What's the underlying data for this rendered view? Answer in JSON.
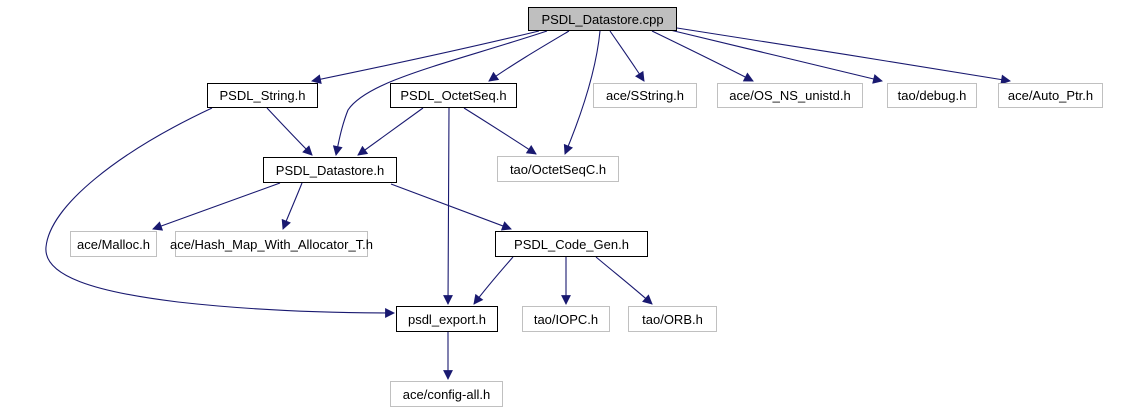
{
  "diagram": {
    "type": "include-dependency-graph",
    "background_color": "#ffffff",
    "edge_color": "#191970",
    "root_fill_color": "#bfbfbf",
    "internal_border_color": "#000000",
    "external_border_color": "#c0c0c0",
    "nodes": {
      "psdl_datastore_cpp": {
        "label": "PSDL_Datastore.cpp",
        "type": "root"
      },
      "psdl_string_h": {
        "label": "PSDL_String.h",
        "type": "internal"
      },
      "psdl_octetseq_h": {
        "label": "PSDL_OctetSeq.h",
        "type": "internal"
      },
      "ace_sstring_h": {
        "label": "ace/SString.h",
        "type": "external"
      },
      "ace_os_ns_unistd_h": {
        "label": "ace/OS_NS_unistd.h",
        "type": "external"
      },
      "tao_debug_h": {
        "label": "tao/debug.h",
        "type": "external"
      },
      "ace_auto_ptr_h": {
        "label": "ace/Auto_Ptr.h",
        "type": "external"
      },
      "psdl_datastore_h": {
        "label": "PSDL_Datastore.h",
        "type": "internal"
      },
      "tao_octetseqc_h": {
        "label": "tao/OctetSeqC.h",
        "type": "external"
      },
      "ace_malloc_h": {
        "label": "ace/Malloc.h",
        "type": "external"
      },
      "ace_hash_map_with_allocator_t_h": {
        "label": "ace/Hash_Map_With_Allocator_T.h",
        "type": "external"
      },
      "psdl_code_gen_h": {
        "label": "PSDL_Code_Gen.h",
        "type": "internal"
      },
      "psdl_export_h": {
        "label": "psdl_export.h",
        "type": "internal"
      },
      "tao_iopc_h": {
        "label": "tao/IOPC.h",
        "type": "external"
      },
      "tao_orb_h": {
        "label": "tao/ORB.h",
        "type": "external"
      },
      "ace_config_all_h": {
        "label": "ace/config-all.h",
        "type": "external"
      }
    },
    "edges": [
      {
        "from": "psdl_datastore_cpp",
        "to": "psdl_string_h"
      },
      {
        "from": "psdl_datastore_cpp",
        "to": "psdl_datastore_h"
      },
      {
        "from": "psdl_datastore_cpp",
        "to": "psdl_octetseq_h"
      },
      {
        "from": "psdl_datastore_cpp",
        "to": "tao_octetseqc_h"
      },
      {
        "from": "psdl_datastore_cpp",
        "to": "ace_sstring_h"
      },
      {
        "from": "psdl_datastore_cpp",
        "to": "ace_os_ns_unistd_h"
      },
      {
        "from": "psdl_datastore_cpp",
        "to": "tao_debug_h"
      },
      {
        "from": "psdl_datastore_cpp",
        "to": "ace_auto_ptr_h"
      },
      {
        "from": "psdl_string_h",
        "to": "psdl_datastore_h"
      },
      {
        "from": "psdl_string_h",
        "to": "psdl_export_h"
      },
      {
        "from": "psdl_octetseq_h",
        "to": "psdl_datastore_h"
      },
      {
        "from": "psdl_octetseq_h",
        "to": "tao_octetseqc_h"
      },
      {
        "from": "psdl_octetseq_h",
        "to": "psdl_export_h"
      },
      {
        "from": "psdl_datastore_h",
        "to": "ace_malloc_h"
      },
      {
        "from": "psdl_datastore_h",
        "to": "ace_hash_map_with_allocator_t_h"
      },
      {
        "from": "psdl_datastore_h",
        "to": "psdl_code_gen_h"
      },
      {
        "from": "psdl_code_gen_h",
        "to": "psdl_export_h"
      },
      {
        "from": "psdl_code_gen_h",
        "to": "tao_iopc_h"
      },
      {
        "from": "psdl_code_gen_h",
        "to": "tao_orb_h"
      },
      {
        "from": "psdl_export_h",
        "to": "ace_config_all_h"
      }
    ]
  }
}
